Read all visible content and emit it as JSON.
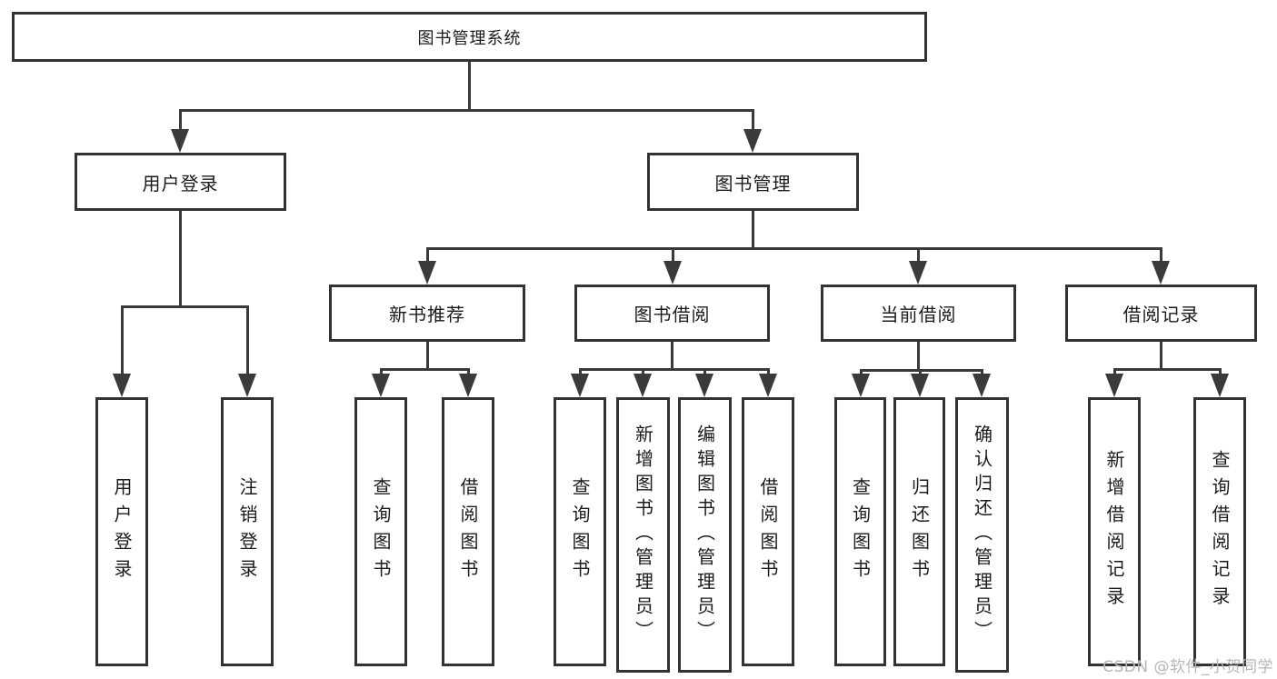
{
  "diagram_type": "hierarchy-flowchart",
  "colors": {
    "background": "#ffffff",
    "box_border": "#333333",
    "connector": "#3a3a3a",
    "text": "#1b1b1b",
    "watermark": "#b6b6b6"
  },
  "tree": {
    "label": "图书管理系统",
    "children": [
      {
        "label": "用户登录",
        "children": [
          {
            "label": "用户登录"
          },
          {
            "label": "注销登录"
          }
        ]
      },
      {
        "label": "图书管理",
        "children": [
          {
            "label": "新书推荐",
            "children": [
              {
                "label": "查询图书"
              },
              {
                "label": "借阅图书"
              }
            ]
          },
          {
            "label": "图书借阅",
            "children": [
              {
                "label": "查询图书"
              },
              {
                "label": "新增图书（管理员）"
              },
              {
                "label": "编辑图书（管理员）"
              },
              {
                "label": "借阅图书"
              }
            ]
          },
          {
            "label": "当前借阅",
            "children": [
              {
                "label": "查询图书"
              },
              {
                "label": "归还图书"
              },
              {
                "label": "确认归还（管理员）"
              }
            ]
          },
          {
            "label": "借阅记录",
            "children": [
              {
                "label": "新增借阅记录"
              },
              {
                "label": "查询借阅记录"
              }
            ]
          }
        ]
      }
    ]
  },
  "watermark": {
    "text": "CSDN @软件_小贺同学"
  }
}
